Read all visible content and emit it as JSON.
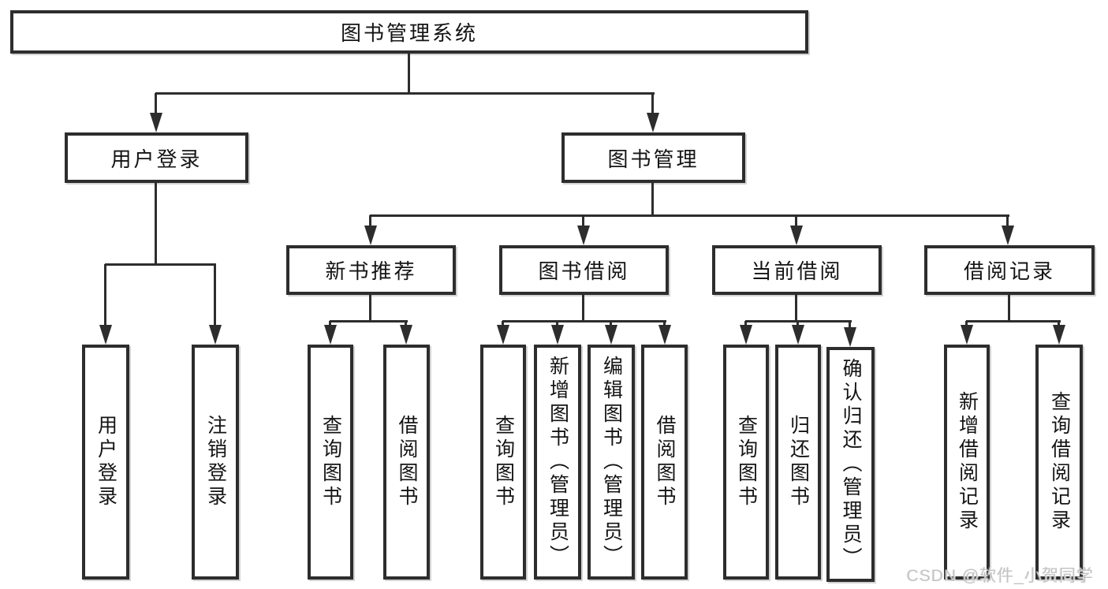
{
  "tree": {
    "root": {
      "label": "图书管理系统",
      "children": [
        {
          "label": "用户登录",
          "children": [
            {
              "label": "用户登录"
            },
            {
              "label": "注销登录"
            }
          ]
        },
        {
          "label": "图书管理",
          "children": [
            {
              "label": "新书推荐",
              "children": [
                {
                  "label": "查询图书"
                },
                {
                  "label": "借阅图书"
                }
              ]
            },
            {
              "label": "图书借阅",
              "children": [
                {
                  "label": "查询图书"
                },
                {
                  "label": "新增图书（管理员）"
                },
                {
                  "label": "编辑图书（管理员）"
                },
                {
                  "label": "借阅图书"
                }
              ]
            },
            {
              "label": "当前借阅",
              "children": [
                {
                  "label": "查询图书"
                },
                {
                  "label": "归还图书"
                },
                {
                  "label": "确认归还（管理员）"
                }
              ]
            },
            {
              "label": "借阅记录",
              "children": [
                {
                  "label": "新增借阅记录"
                },
                {
                  "label": "查询借阅记录"
                }
              ]
            }
          ]
        }
      ]
    }
  },
  "watermark": {
    "text": "CSDN @软件_小贺同学"
  },
  "colors": {
    "line": "#2d2d2d",
    "text": "#141414",
    "background": "#ffffff",
    "watermark": "#c4c4c4"
  }
}
